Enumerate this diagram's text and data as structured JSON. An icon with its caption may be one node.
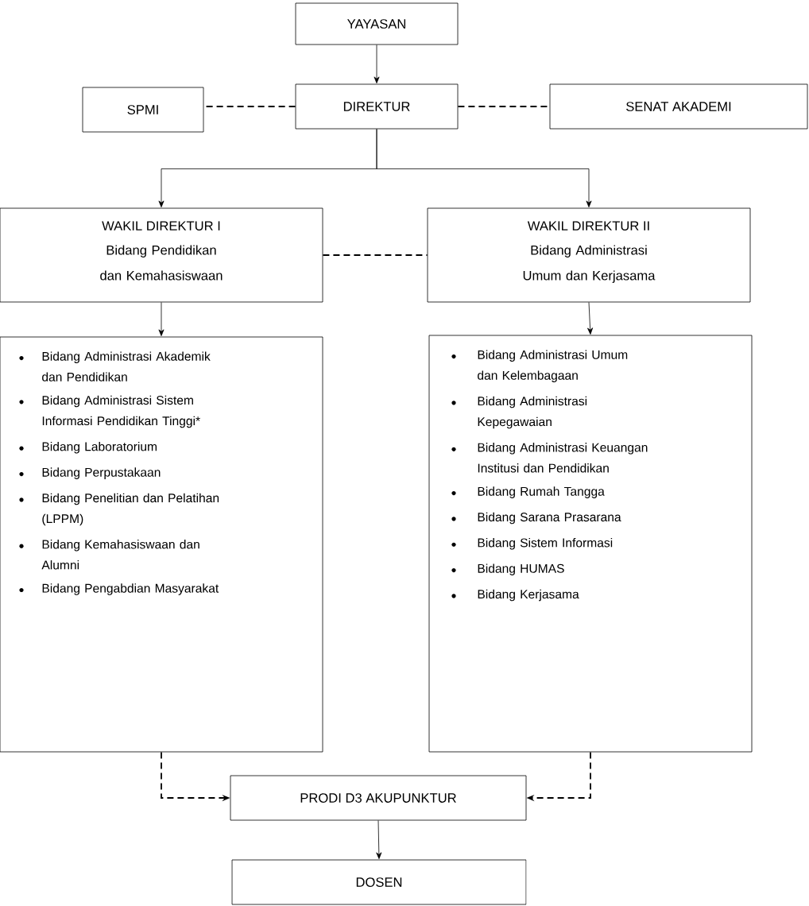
{
  "diagram": {
    "nodes": [
      {
        "text": [
          "YAYASAN"
        ]
      },
      {
        "text": [
          "SPMI"
        ]
      },
      {
        "text": [
          "DIREKTUR"
        ]
      },
      {
        "text": [
          "SENAT AKADEMI"
        ]
      },
      {
        "text": [
          "WAKIL DIREKTUR  I",
          "Bidang Pendidikan dan Kemahasiswaan"
        ]
      },
      {
        "text": [
          "WAKIL DIREKTUR  II",
          "Bidang Administrasi Umum dan Kerjasama"
        ]
      },
      {
        "text": [
          "Bidang Administrasi Akademik dan Pendidikan",
          "Bidang Administrasi Sistem Informasi Pendidikan Tinggi*",
          "Bidang Laboratorium",
          "Bidang Perpustakaan",
          "Bidang Penelitian dan Pelatihan (LPPM)",
          "Bidang Kemahasiswaan  dan Alumni",
          "Bidang Pengabdian Masyarakat"
        ]
      },
      {
        "text": [
          "Bidang Administrasi Umum dan Kelembagaan",
          "Bidang Administrasi Kepegawaian",
          "Bidang Administrasi Keuangan Institusi dan Pendidikan",
          "Bidang Rumah Tangga",
          "Bidang Sarana Prasarana",
          "Bidang Sistem Informasi",
          "Bidang HUMAS",
          "Bidang Kerjasama"
        ]
      },
      {
        "text": [
          "PRODI D3 AKUPUNKTUR"
        ]
      },
      {
        "text": [
          "DOSEN"
        ]
      }
    ],
    "edges": [
      {
        "from": 0,
        "to": 2,
        "arrow": "to"
      },
      {
        "from": 2,
        "to": 1,
        "arrow": "none",
        "style": "dashed"
      },
      {
        "from": 2,
        "to": 3,
        "arrow": "none",
        "style": "dashed"
      },
      {
        "from": 2,
        "to": 4,
        "arrow": "to"
      },
      {
        "from": 2,
        "to": 5,
        "arrow": "to"
      },
      {
        "from": 4,
        "to": 5,
        "arrow": "none",
        "style": "dashed"
      },
      {
        "from": 4,
        "to": 6,
        "arrow": "to"
      },
      {
        "from": 5,
        "to": 7,
        "arrow": "to"
      },
      {
        "from": 6,
        "to": 8,
        "arrow": "to",
        "style": "dashed"
      },
      {
        "from": 7,
        "to": 8,
        "arrow": "to",
        "style": "dashed"
      },
      {
        "from": 8,
        "to": 9,
        "arrow": "to"
      }
    ]
  }
}
